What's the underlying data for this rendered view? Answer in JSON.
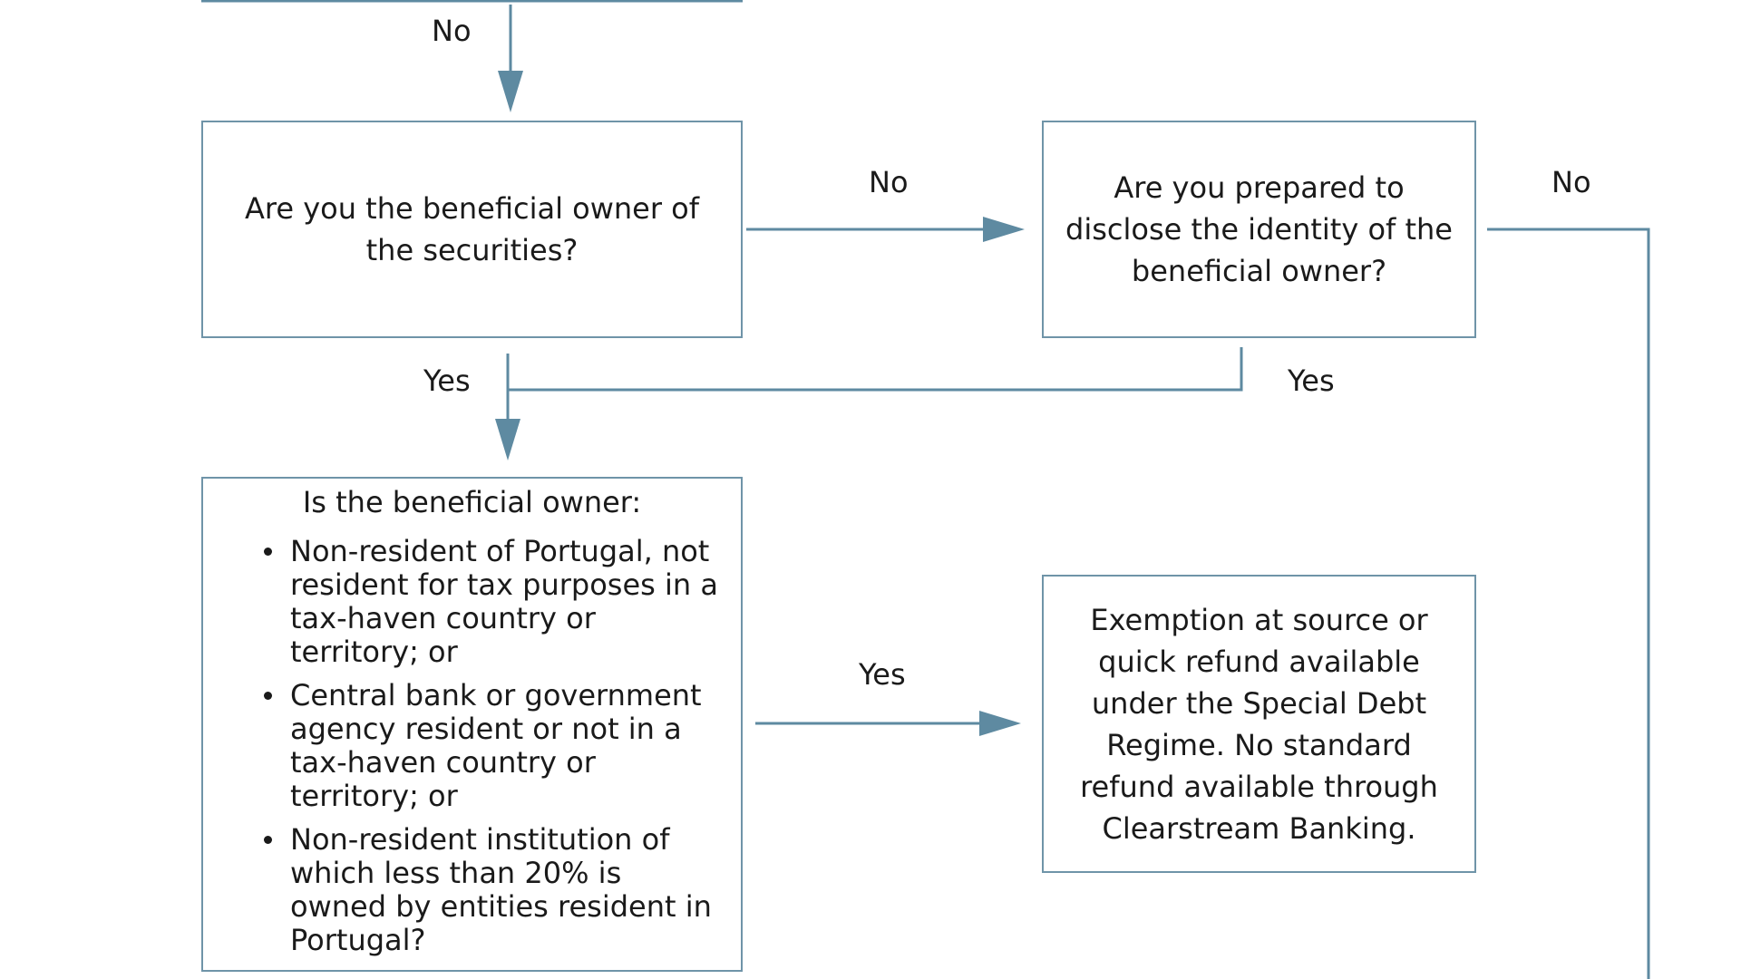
{
  "labels": {
    "no_top": "No",
    "no_middle": "No",
    "no_right": "No",
    "yes_left": "Yes",
    "yes_right": "Yes",
    "yes_lower": "Yes"
  },
  "nodes": {
    "owner_question": "Are you the beneficial owner of the securities?",
    "disclose_question": "Are you prepared to disclose the identity of the beneficial owner?",
    "criteria": {
      "title": "Is the beneficial owner:",
      "items": [
        "Non-resident of Portugal, not resident for tax purposes in a tax-haven country or territory; or",
        "Central bank or government agency resident or not in a tax-haven country or territory; or",
        "Non-resident institution of which less than 20% is owned by entities resident in Portugal?"
      ]
    },
    "exemption": "Exemption at source or quick refund available under the Special Debt Regime. No standard refund available through Clearstream Banking."
  },
  "colors": {
    "line": "#5e8aa1",
    "box_border": "#6f94a8",
    "text": "#1a1a1a"
  }
}
